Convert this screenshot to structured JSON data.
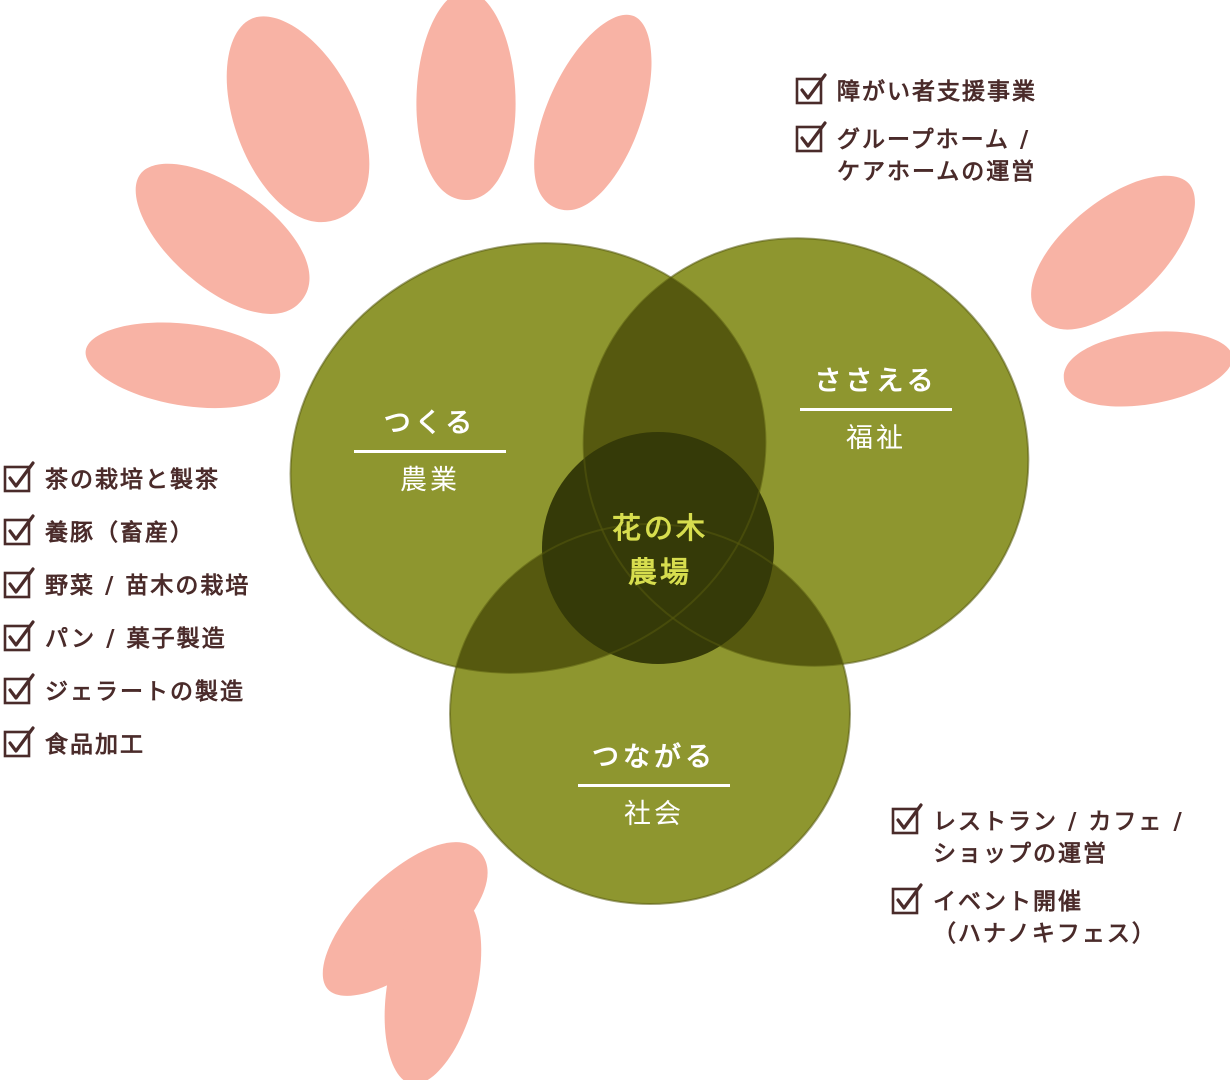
{
  "colors": {
    "petal": "#f8b3a5",
    "circle": "#8e962f",
    "overlap": "#56590f",
    "center": "#353a08",
    "text_dark": "#4a2b2a",
    "text_light": "#ffffff",
    "center_text": "#d7dd4e"
  },
  "icons": {
    "checkbox": "checkbox-checked-icon",
    "petal": "petal-shape"
  },
  "circles": [
    {
      "id": "tsukuru",
      "title": "つくる",
      "subtitle": "農業"
    },
    {
      "id": "sasaeru",
      "title": "ささえる",
      "subtitle": "福祉"
    },
    {
      "id": "tsunagaru",
      "title": "つながる",
      "subtitle": "社会"
    }
  ],
  "center": {
    "line1": "花の木",
    "line2": "農場"
  },
  "lists": {
    "left": [
      "茶の栽培と製茶",
      "養豚（畜産）",
      "野菜 / 苗木の栽培",
      "パン / 菓子製造",
      "ジェラートの製造",
      "食品加工"
    ],
    "top": [
      "障がい者支援事業",
      "グループホーム /\nケアホームの運営"
    ],
    "bottom": [
      "レストラン / カフェ /\nショップの運営",
      "イベント開催\n（ハナノキフェス）"
    ]
  }
}
